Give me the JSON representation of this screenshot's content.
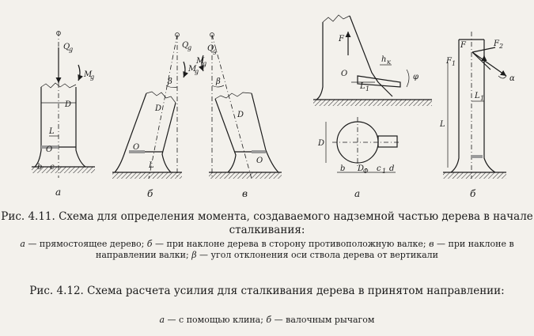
{
  "figure_4_11": {
    "panels": [
      {
        "letter": "а",
        "labels": [
          "Q",
          "g",
          "M",
          "g",
          "D",
          "L",
          "O",
          "b",
          "c"
        ]
      },
      {
        "letter": "б",
        "labels": [
          "Q",
          "g",
          "M",
          "g",
          "β",
          "D",
          "O",
          "L"
        ]
      },
      {
        "letter": "в",
        "labels": [
          "M",
          "g",
          "Q",
          "g",
          "β",
          "D",
          "O"
        ]
      }
    ],
    "caption_title": "Рис. 4.11. Схема для определения момента, создаваемого надземной частью дерева в начале сталкивания:",
    "legend": [
      {
        "key": "а",
        "text": " — прямостоящее дерево; "
      },
      {
        "key": "б",
        "text": " — при наклоне дерева в сторону противоположную валке; "
      },
      {
        "key": "в",
        "text": " — при наклоне в направлении валки; "
      },
      {
        "key": "β",
        "text": " — угол отклонения оси ствола дерева от вертикали"
      }
    ]
  },
  "figure_4_12": {
    "panels": [
      {
        "letter": "а",
        "labels": [
          "F",
          "h",
          "к",
          "O",
          "L",
          "1",
          "φ",
          "D",
          "b",
          "D",
          "Ф",
          "c",
          "1",
          "d"
        ]
      },
      {
        "letter": "б",
        "labels": [
          "F",
          "F",
          "1",
          "F",
          "2",
          "α",
          "L",
          "L",
          "1"
        ]
      }
    ],
    "caption_title": "Рис. 4.12. Схема расчета усилия для сталкивания дерева в принятом направлении:",
    "legend": [
      {
        "key": "а",
        "text": " — с помощью клина; "
      },
      {
        "key": "б",
        "text": " — валочным рычагом"
      }
    ]
  }
}
